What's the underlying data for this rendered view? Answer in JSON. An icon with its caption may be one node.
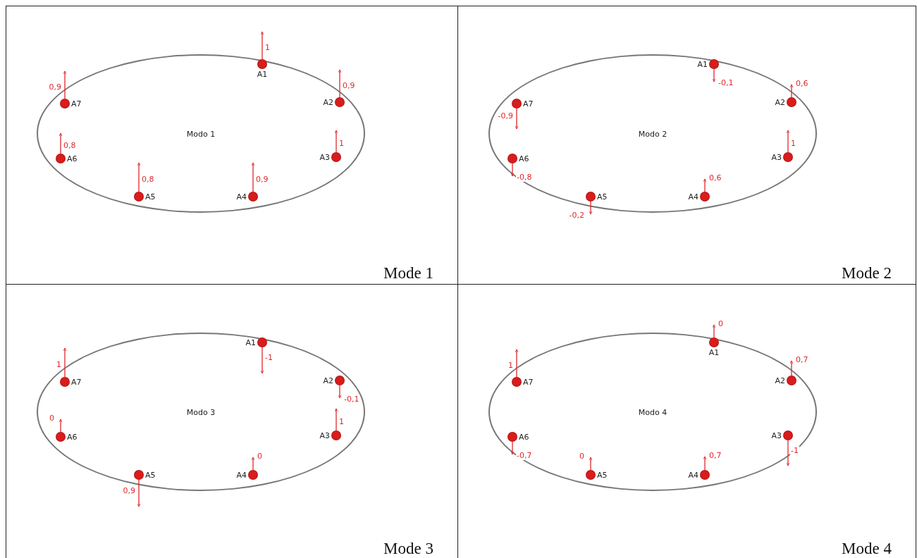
{
  "diagram": {
    "nodes": [
      {
        "text": [
          "Mode 1"
        ]
      },
      {
        "text": [
          "Modo 1"
        ],
        "in": 0
      },
      {
        "text": [],
        "shape": "circle",
        "in": 1,
        "beside": [
          "A1"
        ]
      },
      {
        "text": [],
        "shape": "circle",
        "in": 1,
        "beside": [
          "A2"
        ]
      },
      {
        "text": [],
        "shape": "circle",
        "in": 1,
        "beside": [
          "A3"
        ]
      },
      {
        "text": [],
        "shape": "circle",
        "in": 1,
        "beside": [
          "A4"
        ]
      },
      {
        "text": [],
        "shape": "circle",
        "in": 1,
        "beside": [
          "A5"
        ]
      },
      {
        "text": [],
        "shape": "circle",
        "in": 1,
        "beside": [
          "A6"
        ]
      },
      {
        "text": [],
        "shape": "circle",
        "in": 1,
        "beside": [
          "A7"
        ]
      },
      {
        "text": [
          "Mode 2"
        ]
      },
      {
        "text": [
          "Modo 2"
        ],
        "in": 9
      },
      {
        "text": [],
        "shape": "circle",
        "in": 10,
        "beside": [
          "A1"
        ]
      },
      {
        "text": [],
        "shape": "circle",
        "in": 10,
        "beside": [
          "A2"
        ]
      },
      {
        "text": [],
        "shape": "circle",
        "in": 10,
        "beside": [
          "A3"
        ]
      },
      {
        "text": [],
        "shape": "circle",
        "in": 10,
        "beside": [
          "A4"
        ]
      },
      {
        "text": [],
        "shape": "circle",
        "in": 10,
        "beside": [
          "A5"
        ]
      },
      {
        "text": [],
        "shape": "circle",
        "in": 10,
        "beside": [
          "A6"
        ]
      },
      {
        "text": [],
        "shape": "circle",
        "in": 10,
        "beside": [
          "A7"
        ]
      },
      {
        "text": [
          "Mode 3"
        ]
      },
      {
        "text": [
          "Modo 3"
        ],
        "in": 18
      },
      {
        "text": [],
        "shape": "circle",
        "in": 19,
        "beside": [
          "A1"
        ]
      },
      {
        "text": [],
        "shape": "circle",
        "in": 19,
        "beside": [
          "A2"
        ]
      },
      {
        "text": [],
        "shape": "circle",
        "in": 19,
        "beside": [
          "A3"
        ]
      },
      {
        "text": [],
        "shape": "circle",
        "in": 19,
        "beside": [
          "A4"
        ]
      },
      {
        "text": [],
        "shape": "circle",
        "in": 19,
        "beside": [
          "A5"
        ]
      },
      {
        "text": [],
        "shape": "circle",
        "in": 19,
        "beside": [
          "A6"
        ]
      },
      {
        "text": [],
        "shape": "circle",
        "in": 19,
        "beside": [
          "A7"
        ]
      },
      {
        "text": [
          "Mode 4"
        ]
      },
      {
        "text": [
          "Modo 4"
        ],
        "in": 27
      },
      {
        "text": [],
        "shape": "circle",
        "in": 28,
        "beside": [
          "A1"
        ]
      },
      {
        "text": [],
        "shape": "circle",
        "in": 28,
        "beside": [
          "A2"
        ]
      },
      {
        "text": [],
        "shape": "circle",
        "in": 28,
        "beside": [
          "A3"
        ]
      },
      {
        "text": [],
        "shape": "circle",
        "in": 28,
        "beside": [
          "A4"
        ]
      },
      {
        "text": [],
        "shape": "circle",
        "in": 28,
        "beside": [
          "A5"
        ]
      },
      {
        "text": [],
        "shape": "circle",
        "in": 28,
        "beside": [
          "A6"
        ]
      },
      {
        "text": [],
        "shape": "circle",
        "in": 28,
        "beside": [
          "A7"
        ]
      }
    ],
    "edges": [
      {
        "from": 2,
        "to": null,
        "arrow": "to",
        "label": "1"
      },
      {
        "from": 3,
        "to": null,
        "arrow": "to",
        "label": "0,9"
      },
      {
        "from": 4,
        "to": null,
        "arrow": "to",
        "label": "1"
      },
      {
        "from": 5,
        "to": null,
        "arrow": "to",
        "label": "0,9"
      },
      {
        "from": 6,
        "to": null,
        "arrow": "to",
        "label": "0,8"
      },
      {
        "from": 7,
        "to": null,
        "arrow": "to",
        "label": "0,8"
      },
      {
        "from": 8,
        "to": null,
        "arrow": "to",
        "label": "0,9"
      },
      {
        "from": 11,
        "to": null,
        "arrow": "to",
        "label": "-0,1"
      },
      {
        "from": 12,
        "to": null,
        "arrow": "to",
        "label": "0,6"
      },
      {
        "from": 13,
        "to": null,
        "arrow": "to",
        "label": "1"
      },
      {
        "from": 14,
        "to": null,
        "arrow": "to",
        "label": "0,6"
      },
      {
        "from": 15,
        "to": null,
        "arrow": "to",
        "label": "-0,2"
      },
      {
        "from": 16,
        "to": null,
        "arrow": "to",
        "label": "-0,8"
      },
      {
        "from": 17,
        "to": null,
        "arrow": "to",
        "label": "-0,9"
      },
      {
        "from": 20,
        "to": null,
        "arrow": "to",
        "label": "-1"
      },
      {
        "from": 21,
        "to": null,
        "arrow": "to",
        "label": "-0,1"
      },
      {
        "from": 22,
        "to": null,
        "arrow": "to",
        "label": "1"
      },
      {
        "from": 23,
        "to": null,
        "arrow": "to",
        "label": "0"
      },
      {
        "from": 24,
        "to": null,
        "arrow": "to",
        "label": "0,9"
      },
      {
        "from": 25,
        "to": null,
        "arrow": "to",
        "label": "0"
      },
      {
        "from": 26,
        "to": null,
        "arrow": "to",
        "label": "1"
      },
      {
        "from": 29,
        "to": null,
        "arrow": "to",
        "label": "0"
      },
      {
        "from": 30,
        "to": null,
        "arrow": "to",
        "label": "0,7"
      },
      {
        "from": 31,
        "to": null,
        "arrow": "to",
        "label": "-1"
      },
      {
        "from": 32,
        "to": null,
        "arrow": "to",
        "label": "0,7"
      },
      {
        "from": 33,
        "to": null,
        "arrow": "to",
        "label": "0"
      },
      {
        "from": 34,
        "to": null,
        "arrow": "to",
        "label": "-0,7"
      },
      {
        "from": 35,
        "to": null,
        "arrow": "to",
        "label": "1"
      }
    ]
  }
}
